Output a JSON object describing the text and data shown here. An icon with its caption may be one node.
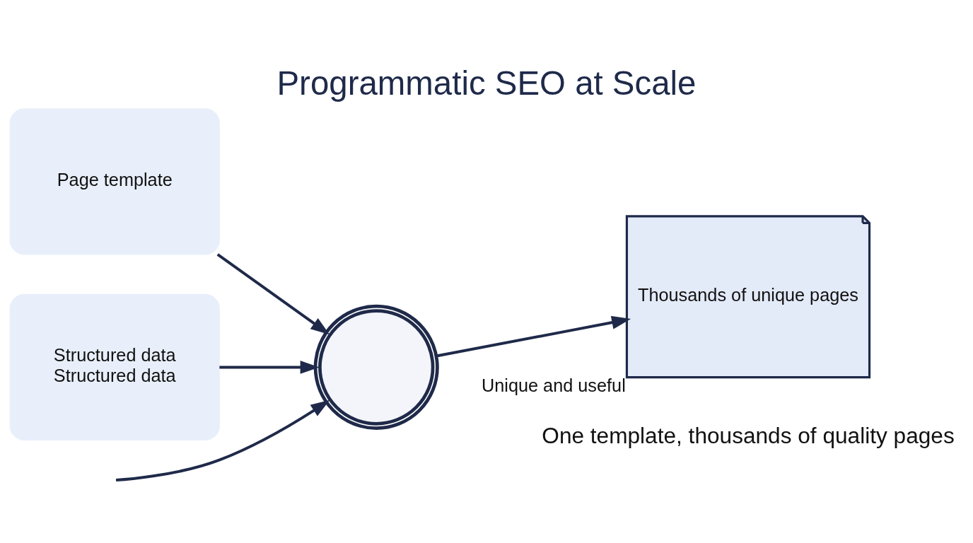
{
  "diagram": {
    "title": "Programmatic SEO at Scale",
    "caption": "One template, thousands of quality pages",
    "nodes": [
      {
        "text": [
          "Page template"
        ]
      },
      {
        "text": [
          "Structured data",
          "Structured data"
        ]
      },
      {
        "text": [],
        "shape": "gear"
      },
      {
        "text": [
          "Thousands of unique pages"
        ],
        "beside": [
          "Unique and useful"
        ]
      }
    ],
    "edges": [
      {
        "from": 0,
        "to": 2,
        "arrow": "to"
      },
      {
        "from": null,
        "to": 2,
        "arrow": "to"
      },
      {
        "from": 1,
        "to": 2,
        "arrow": "to"
      },
      {
        "from": 2,
        "to": 3,
        "arrow": "to"
      }
    ]
  }
}
